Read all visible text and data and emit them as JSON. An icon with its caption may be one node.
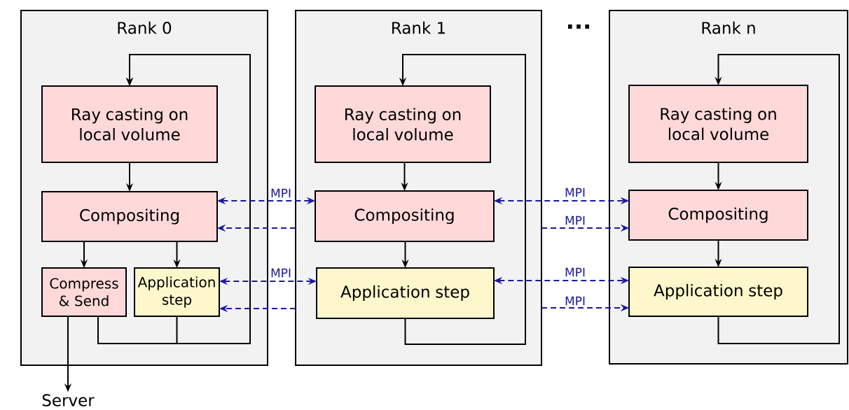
{
  "diagram": {
    "nodes": [
      {
        "text": [
          "Rank 0"
        ]
      },
      {
        "text": [
          "Ray casting on local volume"
        ],
        "in": 0
      },
      {
        "text": [
          "Compositing"
        ],
        "in": 0
      },
      {
        "text": [
          "Compress & Send"
        ],
        "in": 0
      },
      {
        "text": [
          "Application step"
        ],
        "in": 0
      },
      {
        "text": [
          "Rank 1"
        ]
      },
      {
        "text": [
          "Ray casting on local volume"
        ],
        "in": 5
      },
      {
        "text": [
          "Compositing"
        ],
        "in": 5
      },
      {
        "text": [
          "Application step"
        ],
        "in": 5
      },
      {
        "text": [
          "Rank n"
        ]
      },
      {
        "text": [
          "Ray casting on local volume"
        ],
        "in": 9
      },
      {
        "text": [
          "Compositing"
        ],
        "in": 9
      },
      {
        "text": [
          "Application step"
        ],
        "in": 9
      },
      {
        "text": [
          "Server"
        ]
      }
    ],
    "edges": [
      {
        "from": 1,
        "to": 2,
        "arrow": "to"
      },
      {
        "from": 2,
        "to": 3,
        "arrow": "to"
      },
      {
        "from": 2,
        "to": 4,
        "arrow": "to"
      },
      {
        "from": 3,
        "to": 1,
        "arrow": "to"
      },
      {
        "from": 4,
        "to": 1,
        "arrow": "to"
      },
      {
        "from": 3,
        "to": 13,
        "arrow": "to"
      },
      {
        "from": 2,
        "to": 7,
        "arrow": "both",
        "label": "MPI",
        "style": "dashed",
        "color": "#1a1a9e"
      },
      {
        "from": 5,
        "to": 2,
        "arrow": "to",
        "style": "dashed",
        "color": "#1a1a9e"
      },
      {
        "from": 4,
        "to": 8,
        "arrow": "both",
        "label": "MPI",
        "style": "dashed",
        "color": "#1a1a9e"
      },
      {
        "from": 5,
        "to": 4,
        "arrow": "to",
        "style": "dashed",
        "color": "#1a1a9e"
      },
      {
        "from": 7,
        "to": 11,
        "arrow": "both",
        "label": "MPI",
        "style": "dashed",
        "color": "#1a1a9e"
      },
      {
        "from": 5,
        "to": 11,
        "arrow": "to",
        "label": "MPI",
        "style": "dashed",
        "color": "#1a1a9e"
      },
      {
        "from": 8,
        "to": 12,
        "arrow": "both",
        "label": "MPI",
        "style": "dashed",
        "color": "#1a1a9e"
      },
      {
        "from": 5,
        "to": 12,
        "arrow": "to",
        "label": "MPI",
        "style": "dashed",
        "color": "#1a1a9e"
      },
      {
        "from": 6,
        "to": 7,
        "arrow": "to"
      },
      {
        "from": 7,
        "to": 8,
        "arrow": "to"
      },
      {
        "from": 8,
        "to": 6,
        "arrow": "to"
      },
      {
        "from": 10,
        "to": 11,
        "arrow": "to"
      },
      {
        "from": 11,
        "to": 12,
        "arrow": "to"
      },
      {
        "from": 12,
        "to": 10,
        "arrow": "to"
      }
    ],
    "labels": [
      "..."
    ]
  }
}
